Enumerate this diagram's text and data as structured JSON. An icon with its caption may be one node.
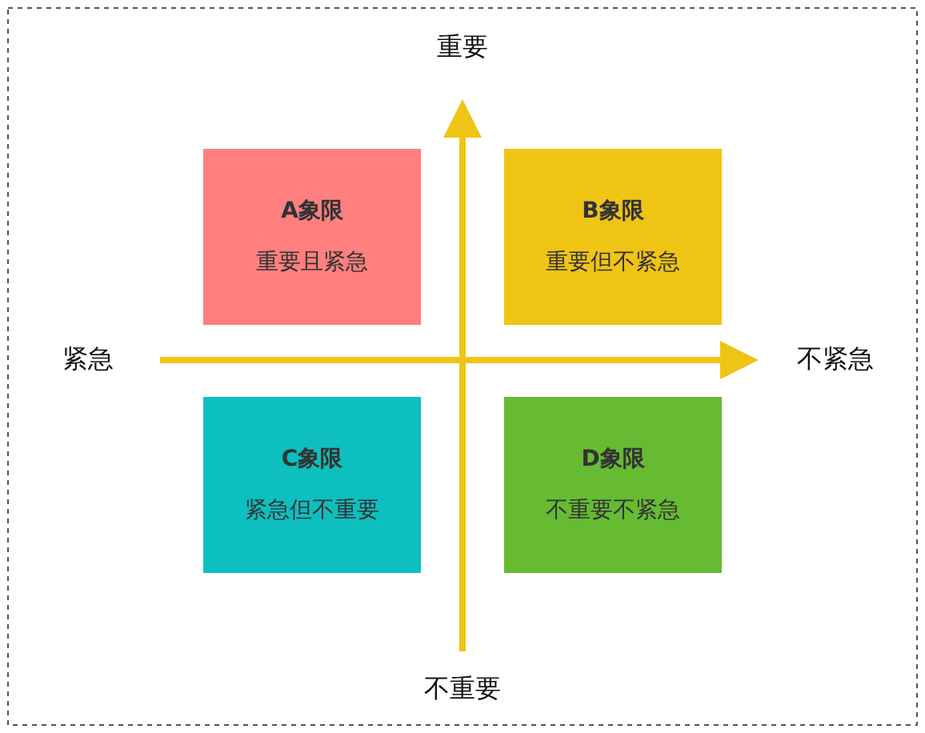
{
  "diagram": {
    "nodes": [
      {
        "text": [
          "A象限",
          "重要且紧急"
        ]
      },
      {
        "text": [
          "B象限",
          "重要但不紧急"
        ]
      },
      {
        "text": [
          "C象限",
          "紧急但不重要"
        ]
      },
      {
        "text": [
          "D象限",
          "不重要不紧急"
        ]
      }
    ],
    "labels": [
      "重要",
      "紧急",
      "不紧急",
      "不重要"
    ]
  }
}
